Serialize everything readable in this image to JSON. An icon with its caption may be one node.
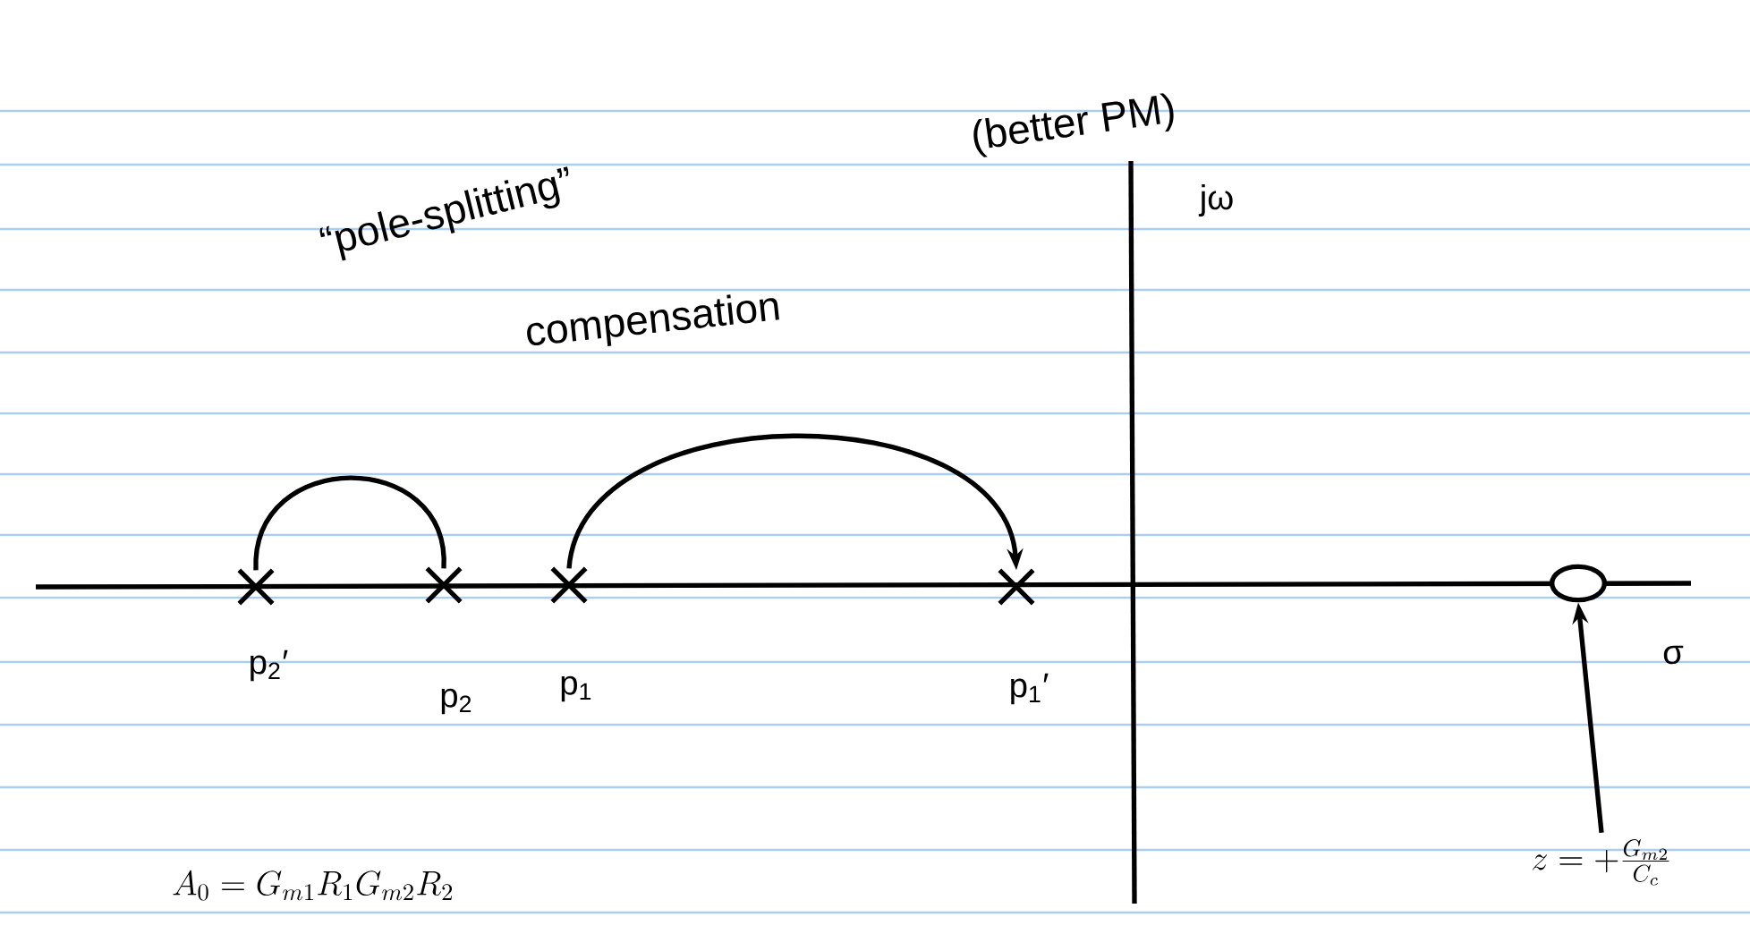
{
  "diagram": {
    "nodes": [
      {
        "text": [],
        "shape": "cross"
      },
      {
        "text": [],
        "shape": "cross"
      },
      {
        "text": [],
        "shape": "cross"
      },
      {
        "text": [],
        "shape": "cross"
      },
      {
        "text": [],
        "shape": "circle"
      },
      {
        "text": [
          "z = +\\frac{G_{m2}}{C_{c}}"
        ]
      }
    ],
    "edges": [
      {
        "from": 1,
        "to": 0,
        "arrow": "none"
      },
      {
        "from": 2,
        "to": 3,
        "arrow": "to"
      },
      {
        "from": 5,
        "to": 4,
        "arrow": "to"
      }
    ],
    "labels": [
      "“pole-splitting”",
      "compensation",
      "(better PM)",
      "jω",
      "σ",
      "p$_{2}$′",
      "p$_{2}$",
      "p$_{1}$",
      "p$_{1}$′",
      "A_{0} = G_{m1} R_{1} G_{m2} R_{2}"
    ]
  }
}
